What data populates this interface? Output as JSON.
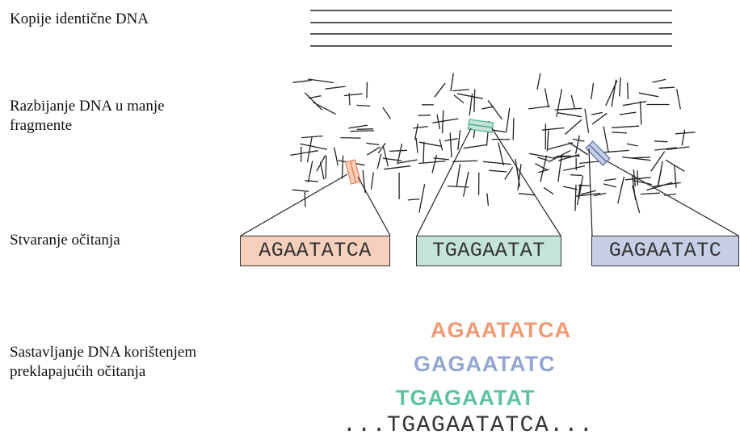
{
  "steps": {
    "copies": "Kopije identične DNA",
    "fragmenting": [
      "Razbijanje DNA u manje",
      "fragmente"
    ],
    "reads": "Stvaranje očitanja",
    "assembly": [
      "Sastavljanje DNA korištenjem",
      "preklapajućih očitanja"
    ]
  },
  "reads": [
    {
      "sequence": "AGAATATCA",
      "fill": "#f6d0bc",
      "highlight": "#e8825a"
    },
    {
      "sequence": "TGAGAATAT",
      "fill": "#c4e4d8",
      "highlight": "#4fae8e"
    },
    {
      "sequence": "GAGAATATC",
      "fill": "#c7cfe6",
      "highlight": "#5b6fa6"
    }
  ],
  "assembly": [
    {
      "sequence": "AGAATATCA",
      "color": "#f09a74"
    },
    {
      "sequence": "GAGAATATC",
      "color": "#93a5d3"
    },
    {
      "sequence": "TGAGAATAT",
      "color": "#5cc2a0"
    }
  ],
  "consensus": "...TGAGAATATCA..."
}
